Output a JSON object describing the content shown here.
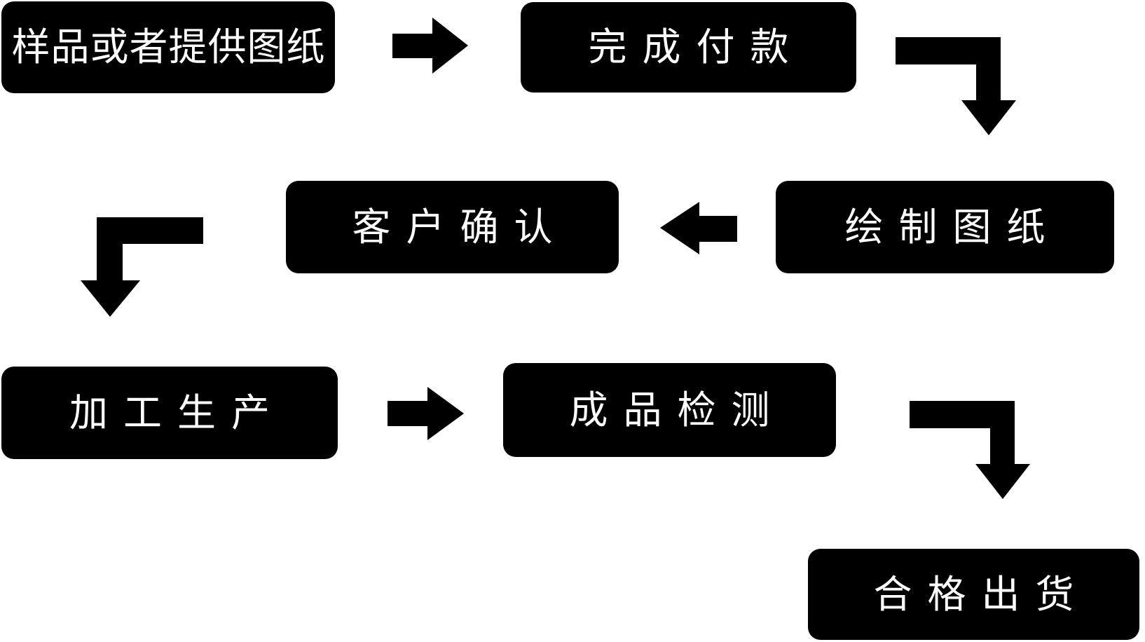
{
  "diagram": {
    "title": "production-workflow-flowchart",
    "background_color": "#ffffff",
    "node_fill_color": "#000000",
    "node_text_color": "#ffffff",
    "arrow_color": "#000000",
    "nodes": [
      {
        "id": "sample-or-provide-drawings",
        "label": "样品或者提供图纸",
        "row": 1
      },
      {
        "id": "complete-payment",
        "label": "完成付款",
        "row": 1
      },
      {
        "id": "draw-drawings",
        "label": "绘制图纸",
        "row": 2
      },
      {
        "id": "customer-confirmation",
        "label": "客户确认",
        "row": 2
      },
      {
        "id": "processing-production",
        "label": "加工生产",
        "row": 3
      },
      {
        "id": "finished-product-inspection",
        "label": "成品检测",
        "row": 3
      },
      {
        "id": "qualified-shipment",
        "label": "合格出货",
        "row": 4
      }
    ],
    "connectors": [
      {
        "from": "样品或者提供图纸",
        "to": "完成付款",
        "shape": "straight-right"
      },
      {
        "from": "完成付款",
        "to": "绘制图纸",
        "shape": "bent-right-then-down"
      },
      {
        "from": "绘制图纸",
        "to": "客户确认",
        "shape": "straight-left"
      },
      {
        "from": "客户确认",
        "to": "加工生产",
        "shape": "bent-left-then-down"
      },
      {
        "from": "加工生产",
        "to": "成品检测",
        "shape": "straight-right"
      },
      {
        "from": "成品检测",
        "to": "合格出货",
        "shape": "bent-right-then-down"
      }
    ]
  }
}
